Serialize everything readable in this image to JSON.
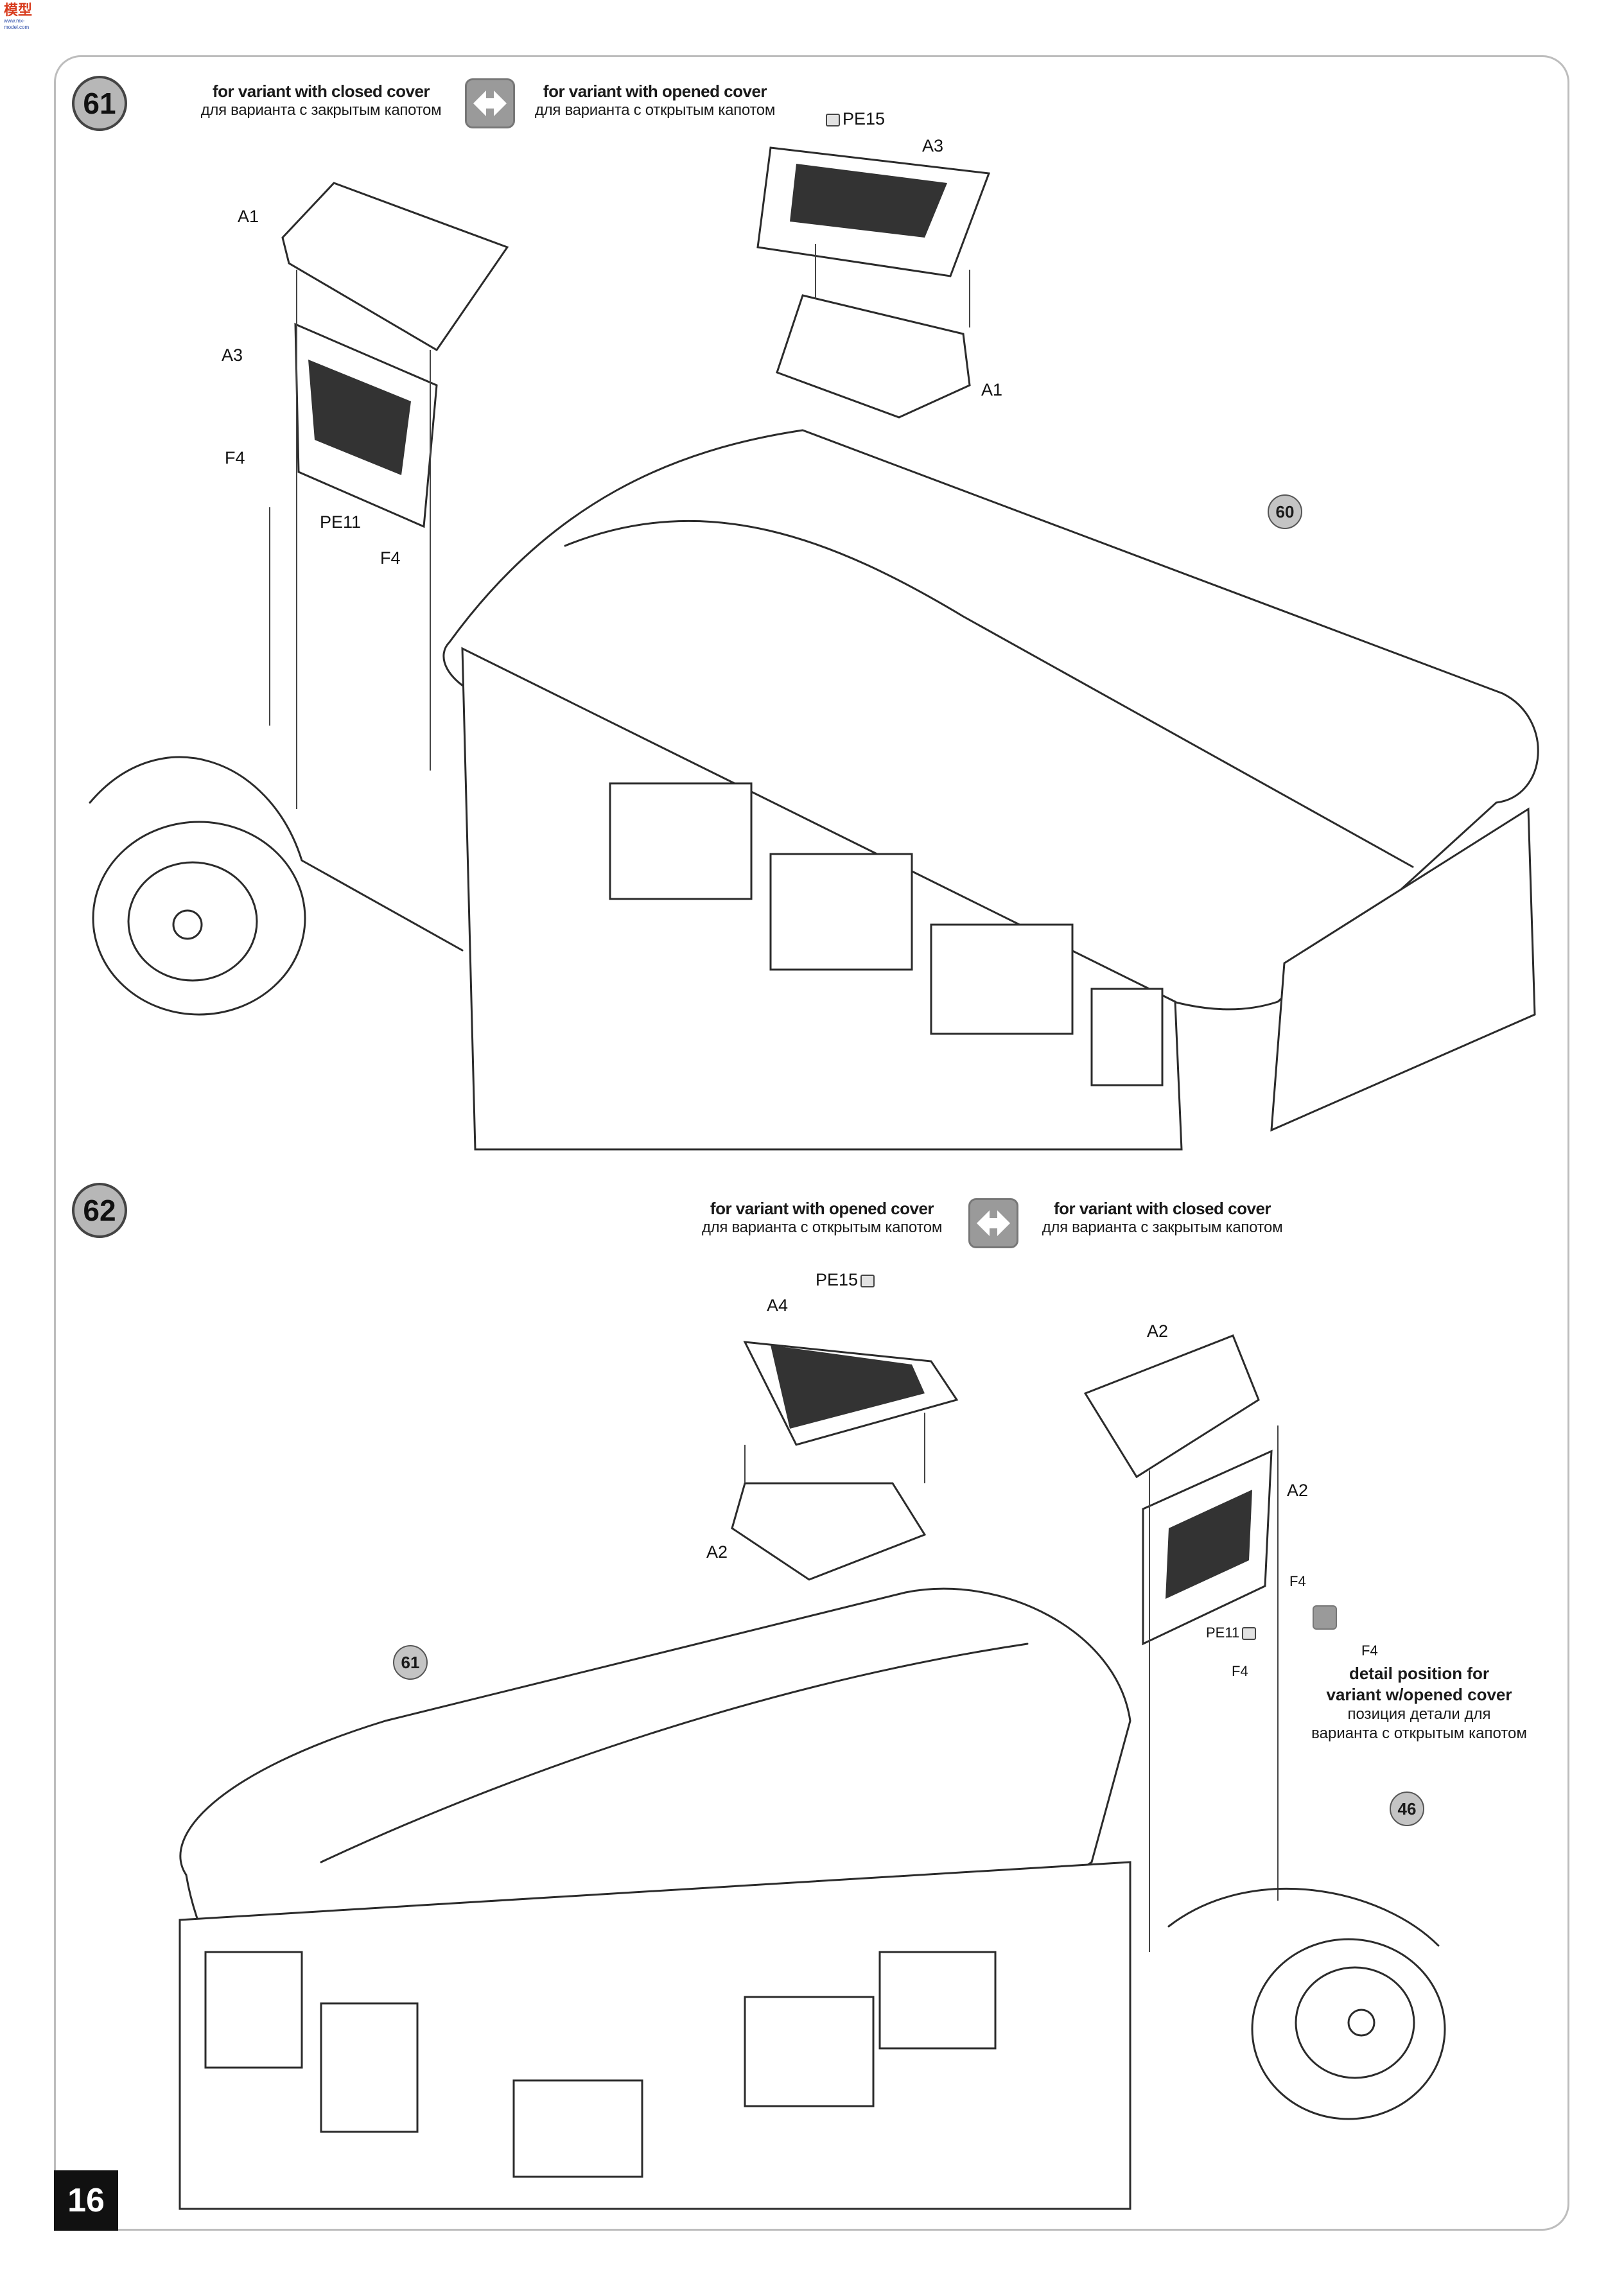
{
  "header": {
    "logo_text": "模型",
    "logo_sub": "www.mx-model.com"
  },
  "page_number": "16",
  "steps": [
    {
      "number": "61",
      "left_variant": {
        "en": "for variant with closed cover",
        "ru": "для варианта с закрытым капотом"
      },
      "right_variant": {
        "en": "for variant with opened cover",
        "ru": "для варианта с открытым капотом"
      },
      "labels": {
        "a1_top": "A1",
        "a3_left": "A3",
        "f4_left": "F4",
        "pe11": "PE11",
        "f4_mid": "F4",
        "pe15": "PE15",
        "a3_right": "A3",
        "a1_right": "A1"
      },
      "ref_step": "60"
    },
    {
      "number": "62",
      "left_variant": {
        "en": "for variant with opened cover",
        "ru": "для варианта с открытым капотом"
      },
      "right_variant": {
        "en": "for variant with closed cover",
        "ru": "для варианта с закрытым капотом"
      },
      "labels": {
        "pe15": "PE15",
        "a4": "A4",
        "a2_left": "A2",
        "a2_top": "A2",
        "a2_right": "A2",
        "f4_a": "F4",
        "pe11": "PE11",
        "f4_b": "F4",
        "f4_detail": "F4"
      },
      "detail_note": {
        "en_line1": "detail position for",
        "en_line2": "variant w/opened cover",
        "ru_line1": "позиция детали для",
        "ru_line2": "варианта с открытым капотом"
      },
      "ref_step_a": "61",
      "ref_step_b": "46"
    }
  ],
  "icons": [
    "swap-arrows-icon",
    "photo-etch-icon"
  ]
}
